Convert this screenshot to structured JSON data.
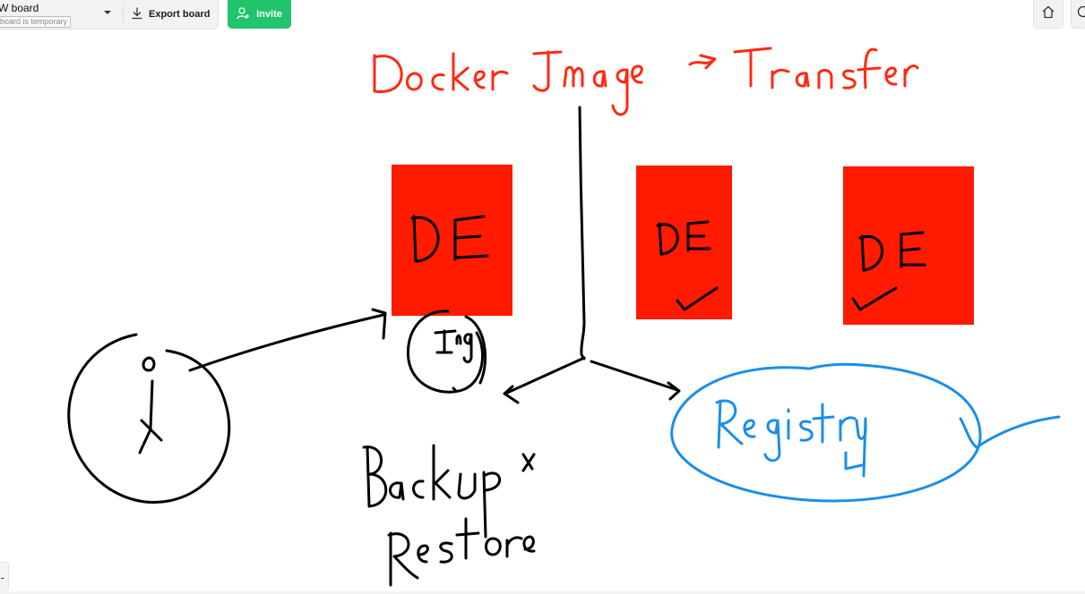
{
  "toolbar": {
    "board_title": "W board",
    "board_subtitle": "board is temporary",
    "export_label": "Export board",
    "invite_label": "Invite",
    "icons": {
      "chevron": "chevron-down-icon",
      "export": "download-icon",
      "invite": "add-user-icon",
      "home": "home-icon",
      "right": "circle-icon",
      "zoom_out": "minus-icon"
    }
  },
  "canvas": {
    "colors": {
      "red_ink": "#ff2a10",
      "black_ink": "#000000",
      "blue_ink": "#1b8ee8",
      "box_fill": "#ff1a00",
      "invite_green": "#1fc46b"
    },
    "handwritten_text": {
      "heading": "Docker Image -> Transfer",
      "box_label": "DE",
      "small_circle": "Img",
      "backup": "Backup &",
      "restore": "Restore",
      "registry": "Registry"
    }
  },
  "bottom": {
    "zoom_out_label": "-"
  }
}
